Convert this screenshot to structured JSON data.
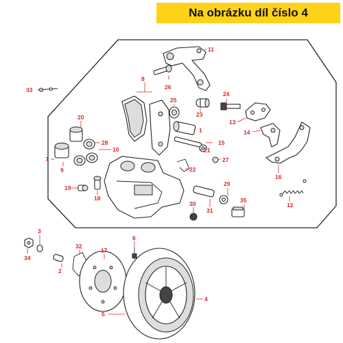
{
  "banner": {
    "text": "Na obrázku díl číslo 4"
  },
  "labels": {
    "l1": "1",
    "l2": "2",
    "l3": "3",
    "l4": "4",
    "l5": "5",
    "l6": "6",
    "l7": "7",
    "l8": "8",
    "l9": "9",
    "l10": "10",
    "l11": "11",
    "l12": "12",
    "l13": "13",
    "l14": "14",
    "l15": "15",
    "l16": "16",
    "l17": "17",
    "l18": "18",
    "l19": "19",
    "l20": "20",
    "l21": "21",
    "l22": "22",
    "l23": "23",
    "l24": "24",
    "l25": "25",
    "l26": "26",
    "l27": "27",
    "l28": "28",
    "l29": "29",
    "l30": "30",
    "l31": "31",
    "l32": "32",
    "l33": "33",
    "l34": "34",
    "l35": "35"
  },
  "colors": {
    "banner": "#ffd21a",
    "label": "#d8262a",
    "line": "#222222"
  }
}
